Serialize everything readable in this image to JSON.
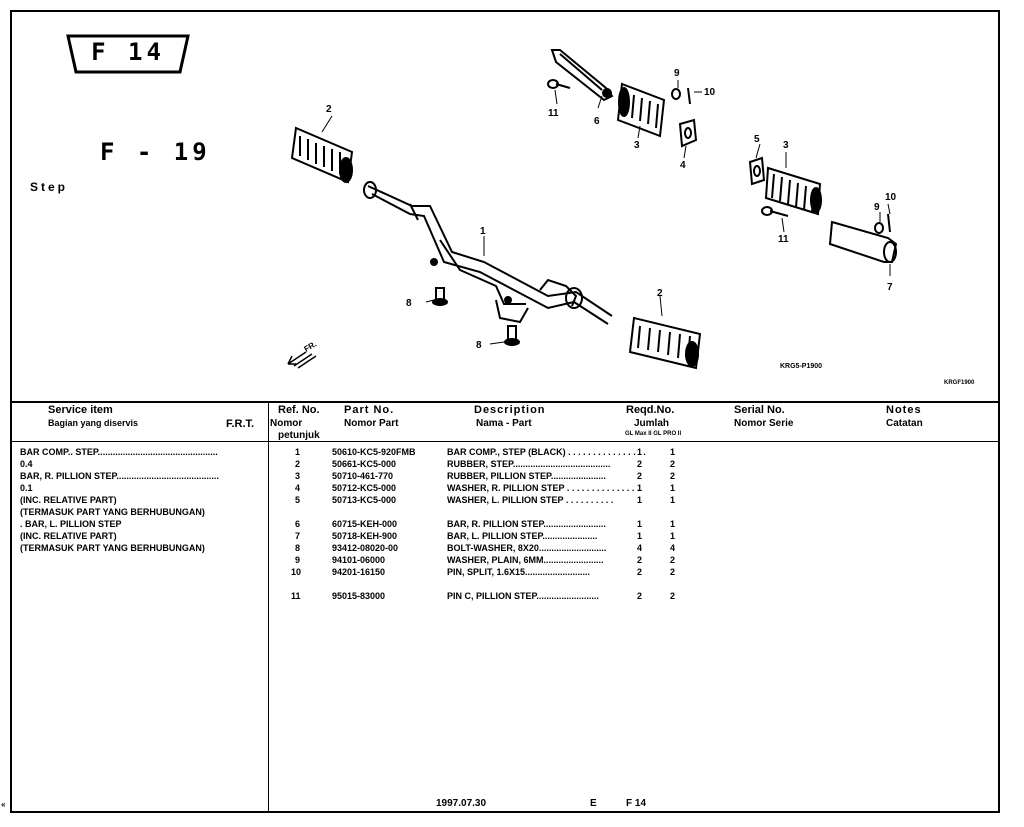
{
  "badge": {
    "label": "F 14"
  },
  "figure": {
    "code": "F - 19",
    "title": "Step"
  },
  "drawing": {
    "callouts": [
      "1",
      "2",
      "2",
      "3",
      "3",
      "4",
      "5",
      "6",
      "7",
      "8",
      "8",
      "9",
      "9",
      "10",
      "10",
      "11",
      "11"
    ],
    "arrow_label": "FR.",
    "code_main": "KRG5-P1900",
    "code_small": "KRGF1900"
  },
  "headers": {
    "service": "Service     item",
    "service_sub": "Bagian yang diservis",
    "frt": "F.R.T.",
    "ref": "Ref. No.",
    "ref_sub1": "Nomor",
    "ref_sub2": "petunjuk",
    "part": "Part  No.",
    "part_sub": "Nomor Part",
    "desc": "Description",
    "desc_sub": "Nama - Part",
    "reqd": "Reqd.No.",
    "reqd_sub": "Jumlah",
    "reqd_models": "GL Max II  GL PRO II",
    "serial": "Serial  No.",
    "serial_sub": "Nomor  Serie",
    "notes": "Notes",
    "notes_sub": "Catatan"
  },
  "service_items": [
    "BAR COMP.. STEP................................................",
    "0.4",
    "BAR, R. PILLION STEP.........................................",
    "0.1",
    "(INC. RELATIVE PART)",
    "(TERMASUK PART YANG BERHUBUNGAN)",
    ". BAR, L. PILLION STEP",
    "(INC. RELATIVE PART)",
    "(TERMASUK PART YANG BERHUBUNGAN)"
  ],
  "parts": [
    {
      "ref": "1",
      "part_no": "50610-KC5-920FMB",
      "desc": "BAR COMP., STEP (BLACK) . . . . . . . . . . . . . . . .",
      "q1": "1",
      "q2": "1"
    },
    {
      "ref": "2",
      "part_no": "50661-KC5-000",
      "desc": "RUBBER,  STEP.......................................",
      "q1": "2",
      "q2": "2"
    },
    {
      "ref": "3",
      "part_no": "50710-461-770",
      "desc": "RUBBER,  PILLION  STEP......................",
      "q1": "2",
      "q2": "2"
    },
    {
      "ref": "4",
      "part_no": "50712-KC5-000",
      "desc": "WASHER, R. PILLION STEP . . . . . . . . . . . . . . .",
      "q1": "1",
      "q2": "1"
    },
    {
      "ref": "5",
      "part_no": "50713-KC5-000",
      "desc": "WASHER, L. PILLION STEP . . . . . . . . . .",
      "q1": "1",
      "q2": "1"
    },
    {
      "ref": "6",
      "part_no": "60715-KEH-000",
      "desc": "BAR,  R.  PILLION  STEP.........................",
      "q1": "1",
      "q2": "1"
    },
    {
      "ref": "7",
      "part_no": "50718-KEH-900",
      "desc": "BAR,  L.  PILLION   STEP......................",
      "q1": "1",
      "q2": "1"
    },
    {
      "ref": "8",
      "part_no": "93412-08020-00",
      "desc": "BOLT-WASHER,   8X20...........................",
      "q1": "4",
      "q2": "4"
    },
    {
      "ref": "9",
      "part_no": "94101-06000",
      "desc": "WASHER,   PLAIN,   6MM........................",
      "q1": "2",
      "q2": "2"
    },
    {
      "ref": "10",
      "part_no": "94201-16150",
      "desc": "PIN,   SPLIT,   1.6X15..........................",
      "q1": "2",
      "q2": "2"
    },
    {
      "ref": "11",
      "part_no": "95015-83000",
      "desc": "PIN C,  PILLION  STEP.........................",
      "q1": "2",
      "q2": "2"
    }
  ],
  "footer": {
    "date": "1997.07.30",
    "lang": "E",
    "code": "F 14"
  },
  "side_mark": "«"
}
